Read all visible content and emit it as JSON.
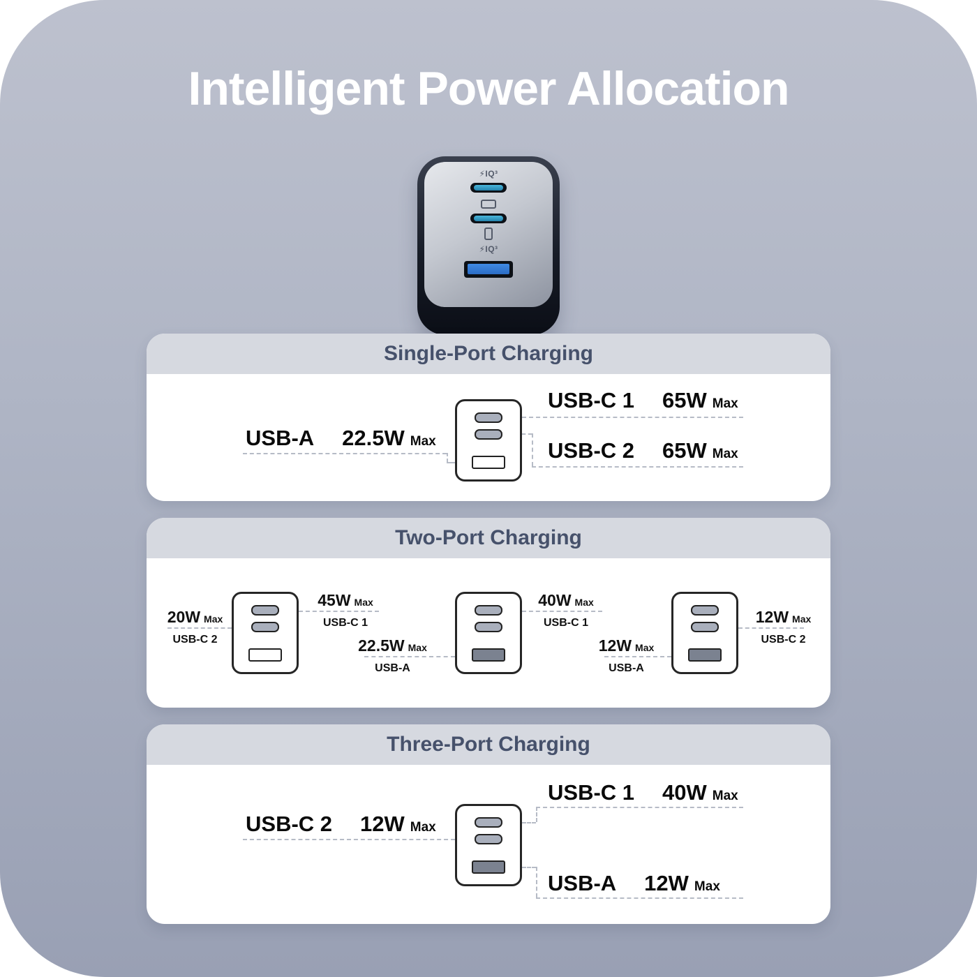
{
  "title": "Intelligent Power Allocation",
  "charger_photo": {
    "iq_top": "⚡IQ³",
    "iq_bottom": "⚡IQ³"
  },
  "panels": {
    "single": {
      "header": "Single-Port Charging",
      "usba": {
        "name": "USB-A",
        "watt": "22.5W",
        "max": "Max"
      },
      "usbc1": {
        "name": "USB-C 1",
        "watt": "65W",
        "max": "Max"
      },
      "usbc2": {
        "name": "USB-C 2",
        "watt": "65W",
        "max": "Max"
      }
    },
    "two": {
      "header": "Two-Port Charging",
      "combo1": {
        "left": {
          "watt": "20W",
          "max": "Max",
          "name": "USB-C 2"
        },
        "right": {
          "watt": "45W",
          "max": "Max",
          "name": "USB-C 1"
        }
      },
      "combo2": {
        "left": {
          "watt": "22.5W",
          "max": "Max",
          "name": "USB-A"
        },
        "right": {
          "watt": "40W",
          "max": "Max",
          "name": "USB-C 1"
        }
      },
      "combo3": {
        "left": {
          "watt": "12W",
          "max": "Max",
          "name": "USB-A"
        },
        "right": {
          "watt": "12W",
          "max": "Max",
          "name": "USB-C 2"
        }
      }
    },
    "three": {
      "header": "Three-Port Charging",
      "usbc2": {
        "name": "USB-C 2",
        "watt": "12W",
        "max": "Max"
      },
      "usbc1": {
        "name": "USB-C 1",
        "watt": "40W",
        "max": "Max"
      },
      "usba": {
        "name": "USB-A",
        "watt": "12W",
        "max": "Max"
      }
    }
  }
}
